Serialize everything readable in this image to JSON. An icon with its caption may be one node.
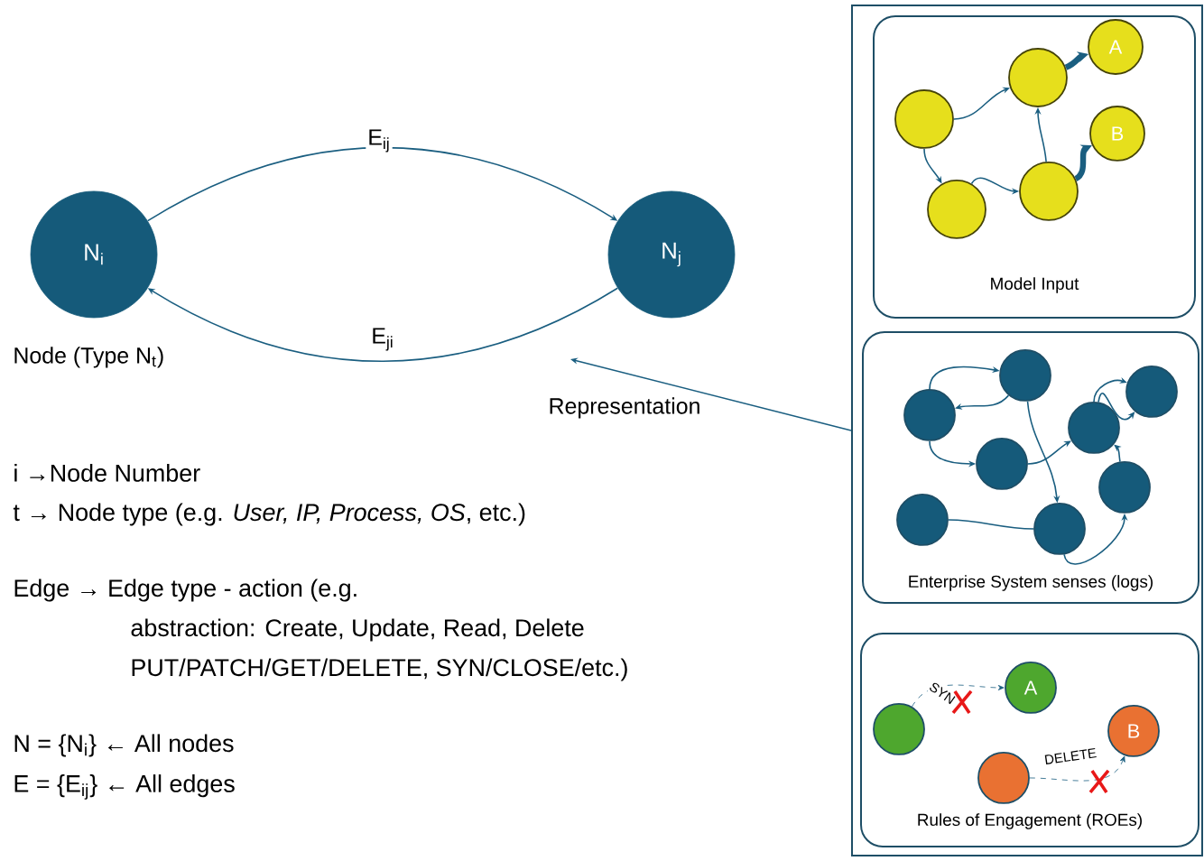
{
  "diagram": {
    "nodes": [
      {
        "text": [
          "N$_{i}$"
        ],
        "beside": [
          "Node (Type N$_{t}$)"
        ]
      },
      {
        "text": [
          "N$_{j}$"
        ]
      },
      {
        "text": [],
        "shape": "box"
      },
      {
        "text": [
          "Model Input"
        ],
        "in": 2
      },
      {
        "text": [],
        "shape": "circle",
        "in": 3
      },
      {
        "text": [],
        "shape": "circle",
        "in": 3
      },
      {
        "text": [
          "A"
        ],
        "in": 3
      },
      {
        "text": [],
        "shape": "circle",
        "in": 3
      },
      {
        "text": [],
        "shape": "circle",
        "in": 3
      },
      {
        "text": [
          "B"
        ],
        "in": 3
      },
      {
        "text": [
          "Enterprise System senses (logs)"
        ],
        "in": 2
      },
      {
        "text": [],
        "shape": "circle",
        "in": 10
      },
      {
        "text": [],
        "shape": "circle",
        "in": 10
      },
      {
        "text": [],
        "shape": "circle",
        "in": 10
      },
      {
        "text": [],
        "shape": "circle",
        "in": 10
      },
      {
        "text": [],
        "shape": "circle",
        "in": 10
      },
      {
        "text": [],
        "shape": "circle",
        "in": 10
      },
      {
        "text": [],
        "shape": "circle",
        "in": 10
      },
      {
        "text": [],
        "shape": "circle",
        "in": 10
      },
      {
        "text": [
          "Rules of Engagement (ROEs)"
        ],
        "in": 2
      },
      {
        "text": [],
        "shape": "circle",
        "in": 19
      },
      {
        "text": [
          "A"
        ],
        "in": 19
      },
      {
        "text": [],
        "shape": "circle",
        "in": 19
      },
      {
        "text": [
          "B"
        ],
        "in": 19
      }
    ],
    "edges": [
      {
        "from": 0,
        "to": 1,
        "arrow": "to",
        "label": "E$_{ij}$"
      },
      {
        "from": 1,
        "to": 0,
        "arrow": "to",
        "label": "E$_{ji}$"
      },
      {
        "from": 2,
        "to": null,
        "arrow": "to",
        "label": "Representation"
      },
      {
        "from": 4,
        "to": 5,
        "arrow": "to"
      },
      {
        "from": 4,
        "to": 7,
        "arrow": "to"
      },
      {
        "from": 7,
        "to": 8,
        "arrow": "to"
      },
      {
        "from": 8,
        "to": 5,
        "arrow": "to"
      },
      {
        "from": 5,
        "to": 6,
        "arrow": "to",
        "style": "thick"
      },
      {
        "from": 8,
        "to": 9,
        "arrow": "to",
        "style": "thick"
      },
      {
        "from": 11,
        "to": 12,
        "arrow": "to"
      },
      {
        "from": 12,
        "to": 11,
        "arrow": "to"
      },
      {
        "from": 11,
        "to": 13,
        "arrow": "to"
      },
      {
        "from": 13,
        "to": 14,
        "arrow": "to"
      },
      {
        "from": 12,
        "to": 17,
        "arrow": "to"
      },
      {
        "from": 16,
        "to": 17,
        "arrow": "none"
      },
      {
        "from": 17,
        "to": 18,
        "arrow": "to"
      },
      {
        "from": 18,
        "to": 14,
        "arrow": "to"
      },
      {
        "from": 14,
        "to": 15,
        "arrow": "to"
      },
      {
        "from": 14,
        "to": 15,
        "arrow": "to"
      },
      {
        "from": 20,
        "to": 21,
        "arrow": "to",
        "style": "dashed",
        "label": "SYN"
      },
      {
        "from": 22,
        "to": 23,
        "arrow": "to",
        "style": "dashed",
        "label": "DELETE"
      }
    ],
    "labels": [
      "i →Node Number",
      "t → Node type (e.g. *User, IP, Process, OS*, etc.)",
      "Edge → Edge type - action (e.g.",
      "abstraction: Create, Update, Read, Delete",
      "PUT/PATCH/GET/DELETE, SYN/CLOSE/etc.)",
      "N = {N$_{i}$} ← All nodes",
      "E = {E$_{ij}$} ← All edges"
    ]
  }
}
